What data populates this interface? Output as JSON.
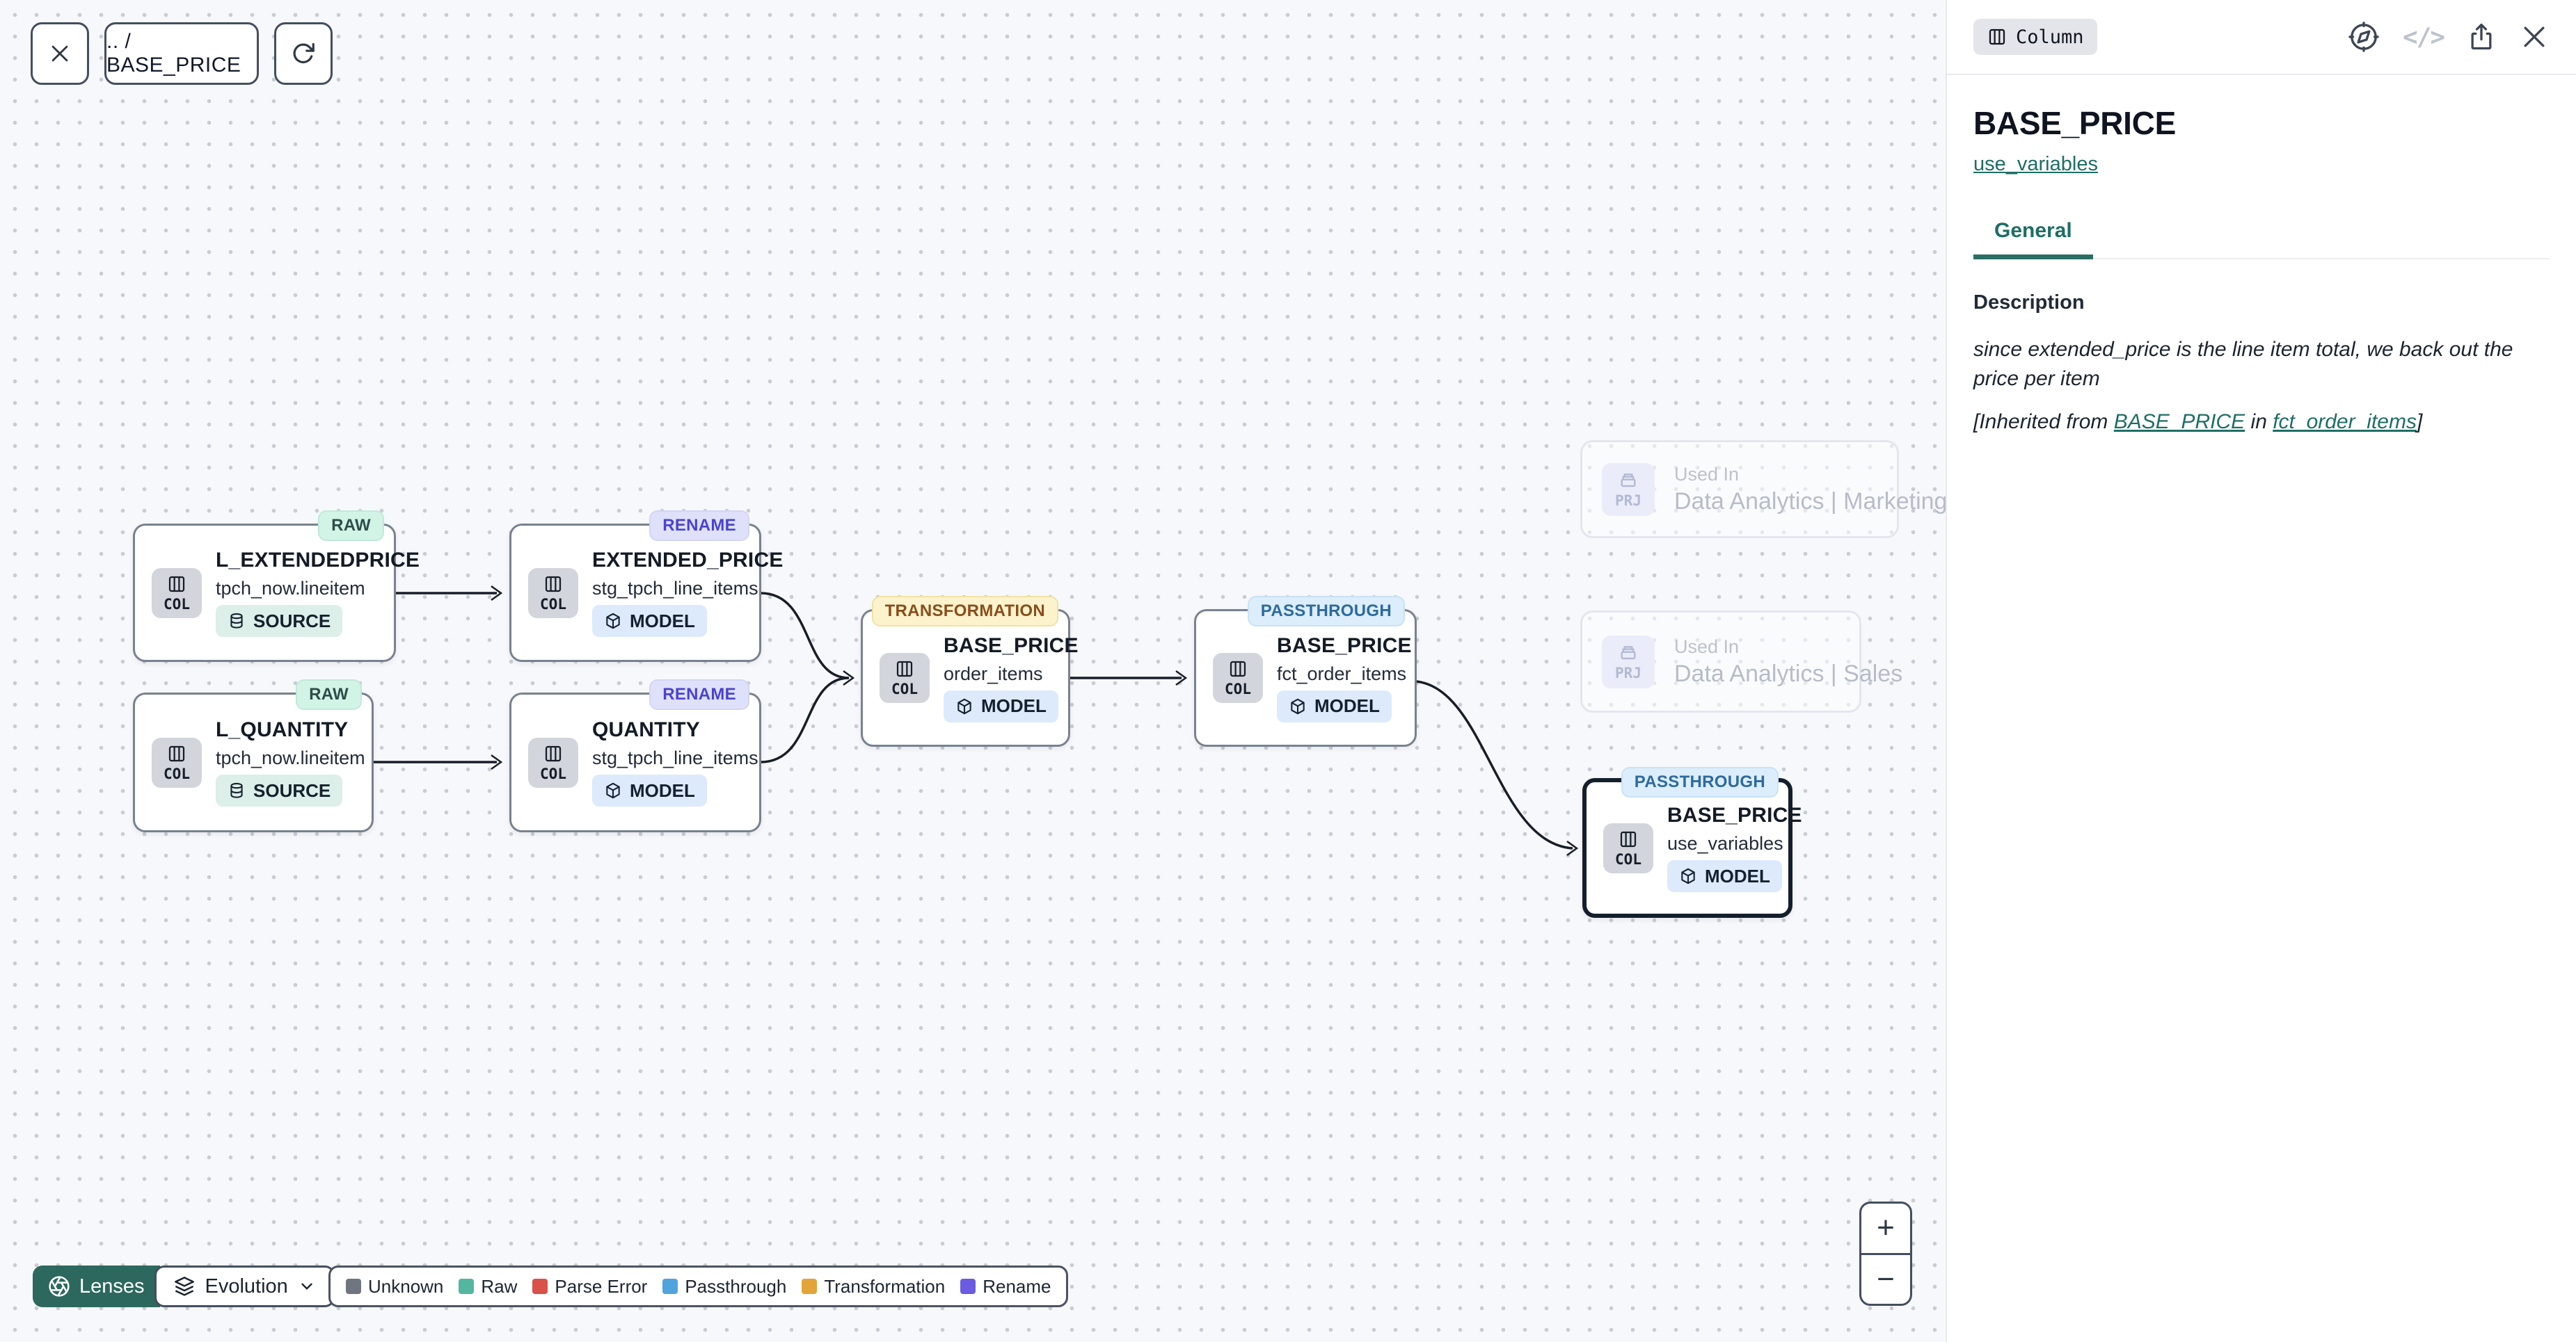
{
  "toolbar": {
    "breadcrumb": ".. / BASE_PRICE"
  },
  "canvas": {
    "nodes": [
      {
        "badge": "RAW",
        "title": "L_EXTENDEDPRICE",
        "subtitle": "tpch_now.lineitem",
        "kind": "COL",
        "pill": "SOURCE"
      },
      {
        "badge": "RENAME",
        "title": "EXTENDED_PRICE",
        "subtitle": "stg_tpch_line_items",
        "kind": "COL",
        "pill": "MODEL"
      },
      {
        "badge": "RAW",
        "title": "L_QUANTITY",
        "subtitle": "tpch_now.lineitem",
        "kind": "COL",
        "pill": "SOURCE"
      },
      {
        "badge": "RENAME",
        "title": "QUANTITY",
        "subtitle": "stg_tpch_line_items",
        "kind": "COL",
        "pill": "MODEL"
      },
      {
        "badge": "TRANSFORMATION",
        "title": "BASE_PRICE",
        "subtitle": "order_items",
        "kind": "COL",
        "pill": "MODEL"
      },
      {
        "badge": "PASSTHROUGH",
        "title": "BASE_PRICE",
        "subtitle": "fct_order_items",
        "kind": "COL",
        "pill": "MODEL"
      },
      {
        "badge": "PASSTHROUGH",
        "title": "BASE_PRICE",
        "subtitle": "use_variables",
        "kind": "COL",
        "pill": "MODEL",
        "selected": true
      }
    ],
    "ghosts": [
      {
        "kind": "PRJ",
        "label": "Used In",
        "name": "Data Analytics | Marketing"
      },
      {
        "kind": "PRJ",
        "label": "Used In",
        "name": "Data Analytics | Sales"
      }
    ]
  },
  "controls": {
    "lenses_label": "Lenses",
    "lens_selected": "Evolution",
    "zoom_in": "+",
    "zoom_out": "−",
    "legend": {
      "items": [
        {
          "label": "Unknown",
          "color": "#6f7680"
        },
        {
          "label": "Raw",
          "color": "#52b79e"
        },
        {
          "label": "Parse Error",
          "color": "#d95148"
        },
        {
          "label": "Passthrough",
          "color": "#51a3dc"
        },
        {
          "label": "Transformation",
          "color": "#e3a43a"
        },
        {
          "label": "Rename",
          "color": "#6a5be0"
        }
      ]
    }
  },
  "panel": {
    "type_badge": "Column",
    "title": "BASE_PRICE",
    "subtitle_link": "use_variables",
    "tabs": [
      {
        "label": "General",
        "active": true
      }
    ],
    "description": {
      "heading": "Description",
      "body": "since extended_price is the line item total, we back out the price per item",
      "inherited_prefix": "[Inherited from ",
      "inherited_link1": "BASE_PRICE",
      "inherited_mid": " in ",
      "inherited_link2": "fct_order_items",
      "inherited_suffix": "]"
    }
  },
  "icons": {
    "code_icon_glyph": "</>"
  },
  "colors": {
    "accent_teal": "#2a6f63",
    "edge": "#171e28",
    "badge_raw_bg": "#d2f4e7",
    "badge_rename_bg": "#dfe1fb",
    "badge_transformation_bg": "#fcf3cd",
    "badge_passthrough_bg": "#dcedfb"
  }
}
